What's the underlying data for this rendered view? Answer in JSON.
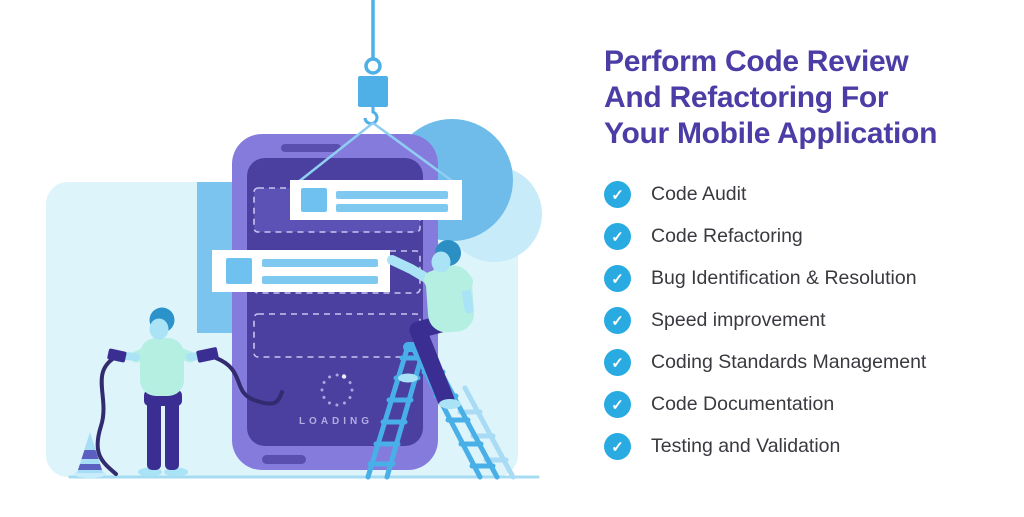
{
  "header": {
    "title": "Perform Code Review\nAnd Refactoring For\nYour Mobile Application"
  },
  "checklist": {
    "check_glyph": "✓",
    "check_icon_name": "check-circle-icon",
    "items": [
      "Code Audit",
      "Code Refactoring",
      "Bug Identification & Resolution",
      "Speed improvement",
      "Coding Standards Management",
      "Code Documentation",
      "Testing and Validation"
    ]
  },
  "phone": {
    "loading_label": "LOADING"
  },
  "colors": {
    "accent": "#4B3DA5",
    "body-text": "#3A393F",
    "check-blue": "#29ABE2",
    "loading-text": "#B3ACE2",
    "panel": "#DEF4FB",
    "phone-body": "#857BDD",
    "phone-screen": "#4B3F9F",
    "ladder-blue": "#49AFE7",
    "crane-blue": "#4FB0E7",
    "shirt-mint": "#B5EFE2",
    "skin-blue": "#A9E3F5",
    "pants-indigo": "#3B2E92"
  }
}
